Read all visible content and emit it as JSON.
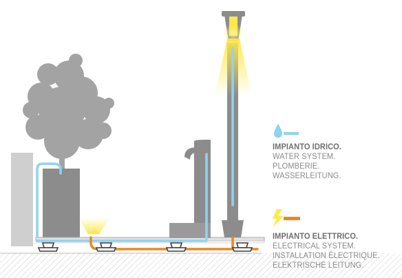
{
  "legend": {
    "water": {
      "title": "IMPIANTO IDRICO.",
      "lines": [
        "WATER SYSTEM.",
        "PLOMBERIE.",
        "WASSERLEITUNG."
      ],
      "icon": "water-drop-icon",
      "color": "#8fd3f0"
    },
    "electric": {
      "title": "IMPIANTO ELETTRICO.",
      "lines": [
        "ELECTRICAL SYSTEM.",
        "INSTALLATION ÉLECTRIQUE.",
        "ELEKTRISCHE LEITUNG."
      ],
      "icon": "lightning-bolt-icon",
      "color": "#e9891e"
    }
  },
  "colors": {
    "water_pipe": "#8fd3f0",
    "electric_line": "#e9891e",
    "light_glow": "#ffe84a",
    "structure_gray": "#8c8c8c",
    "tree_gray": "#9a9a9a",
    "ground_hatch": "#c8c8c8"
  }
}
